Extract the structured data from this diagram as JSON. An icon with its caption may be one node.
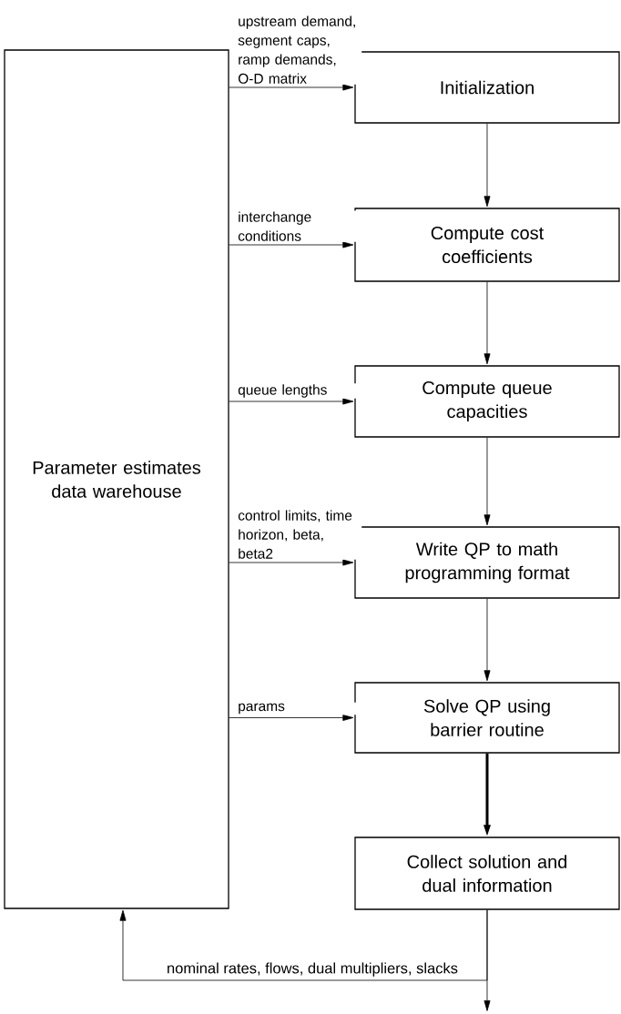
{
  "diagram": {
    "nodes": [
      {
        "text": [
          "Parameter estimates data warehouse"
        ]
      },
      {
        "text": [
          "Initialization"
        ]
      },
      {
        "text": [
          "Compute cost coefficients"
        ]
      },
      {
        "text": [
          "Compute queue capacities"
        ]
      },
      {
        "text": [
          "Write QP to math programming format"
        ]
      },
      {
        "text": [
          "Solve QP using barrier routine"
        ]
      },
      {
        "text": [
          "Collect solution and dual information"
        ]
      }
    ],
    "edges": [
      {
        "from": 0,
        "to": 1,
        "arrow": "to",
        "label": "upstream demand, segment caps, ramp demands, O-D matrix"
      },
      {
        "from": 0,
        "to": 2,
        "arrow": "to",
        "label": "interchange conditions"
      },
      {
        "from": 0,
        "to": 3,
        "arrow": "to",
        "label": "queue lengths"
      },
      {
        "from": 0,
        "to": 4,
        "arrow": "to",
        "label": "control limits, time horizon, beta, beta2"
      },
      {
        "from": 0,
        "to": 5,
        "arrow": "to",
        "label": "params"
      },
      {
        "from": 1,
        "to": 2,
        "arrow": "to"
      },
      {
        "from": 2,
        "to": 3,
        "arrow": "to"
      },
      {
        "from": 3,
        "to": 4,
        "arrow": "to"
      },
      {
        "from": 4,
        "to": 5,
        "arrow": "to"
      },
      {
        "from": 5,
        "to": 6,
        "arrow": "to",
        "style": "thick"
      },
      {
        "from": 6,
        "to": 0,
        "arrow": "to",
        "label": "nominal rates, flows, dual multipliers, slacks"
      },
      {
        "from": 6,
        "to": null,
        "arrow": "to"
      }
    ]
  }
}
